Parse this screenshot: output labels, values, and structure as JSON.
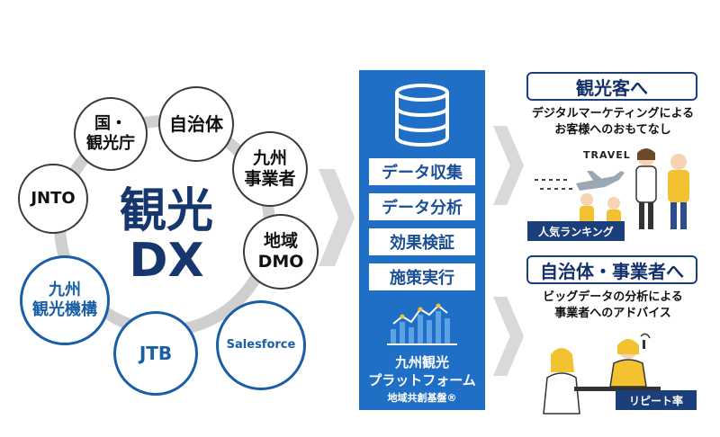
{
  "left": {
    "center": "観光\nDX",
    "nodes": {
      "kuni": "国・\n観光庁",
      "jichitai": "自治体",
      "kyushu_jigyosha": "九州\n事業者",
      "chiiki_dmo": "地域\nDMO",
      "jnto": "JNTO",
      "kyushu_kankou_kikou": "九州\n観光機構",
      "jtb": "JTB",
      "salesforce": "Salesforce"
    }
  },
  "platform": {
    "steps": [
      "データ収集",
      "データ分析",
      "効果検証",
      "施策実行"
    ],
    "name_line1": "九州観光",
    "name_line2": "プラットフォーム",
    "name_line3": "地域共創基盤®"
  },
  "right": {
    "tourists": {
      "heading": "観光客へ",
      "subtitle": "デジタルマーケティングによる\nお客様へのおもてなし",
      "sign": "TRAVEL",
      "tag": "人気ランキング"
    },
    "businesses": {
      "heading": "自治体・事業者へ",
      "subtitle": "ビッグデータの分析による\n事業者へのアドバイス",
      "tag": "リピート率"
    }
  },
  "colors": {
    "navy": "#16376e",
    "blue": "#1b5ea8",
    "panel_blue": "#1f6fc6",
    "gray_ring": "#cfcfcf",
    "accent_yellow": "#f2c230"
  }
}
